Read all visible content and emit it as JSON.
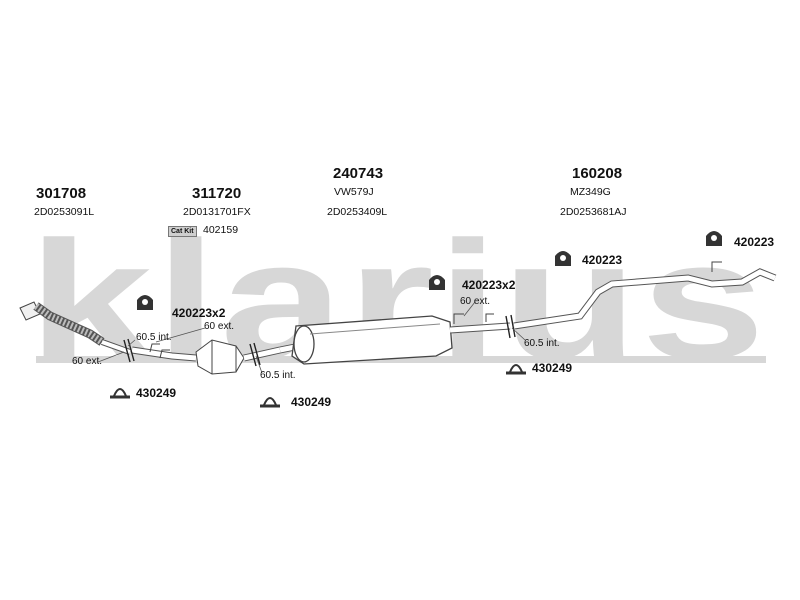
{
  "watermark": "klarius",
  "groups": [
    {
      "part_number": "301708",
      "oem": "2D0253091L"
    },
    {
      "part_number": "311720",
      "oem": "2D0131701FX",
      "cat_kit_label": "Cat Kit",
      "cat_kit_number": "402159"
    },
    {
      "part_number": "240743",
      "ref": "VW579J",
      "oem": "2D0253409L"
    },
    {
      "part_number": "160208",
      "ref": "MZ349G",
      "oem": "2D0253681AJ"
    }
  ],
  "fittings": [
    {
      "code": "420223x2"
    },
    {
      "code": "420223x2"
    },
    {
      "code": "420223"
    },
    {
      "code": "420223"
    },
    {
      "code": "430249"
    },
    {
      "code": "430249"
    },
    {
      "code": "430249"
    }
  ],
  "joint_notes": [
    {
      "text": "60 ext."
    },
    {
      "text": "60.5 int."
    },
    {
      "text": "60 ext."
    },
    {
      "text": "60.5 int."
    },
    {
      "text": "60 ext."
    },
    {
      "text": "60.5 int."
    }
  ]
}
